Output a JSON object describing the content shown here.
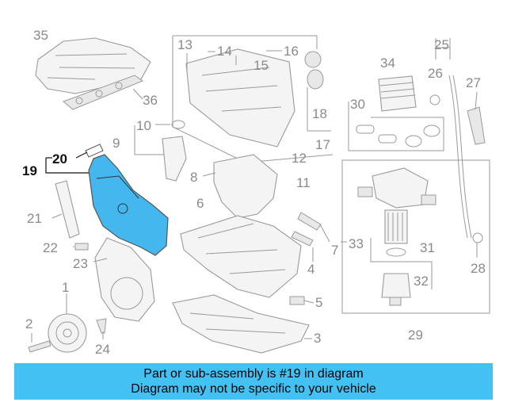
{
  "highlight_color": "#43b7ee",
  "banner_color": "#43c1f3",
  "callouts": {
    "c2": "2",
    "c3": "3",
    "c4": "4",
    "c5": "5",
    "c6": "6",
    "c7": "7",
    "c8": "8",
    "c9": "9",
    "c10": "10",
    "c11": "11",
    "c12": "12",
    "c13": "13",
    "c14": "14",
    "c15": "15",
    "c16": "16",
    "c17": "17",
    "c18": "18",
    "c19": "19",
    "c20": "20",
    "c21": "21",
    "c22": "22",
    "c23": "23",
    "c24": "24",
    "c25": "25",
    "c26": "26",
    "c27": "27",
    "c28": "28",
    "c29": "29",
    "c30": "30",
    "c31": "31",
    "c32": "32",
    "c33": "33",
    "c34": "34",
    "c35": "35",
    "c36": "36",
    "c1": "1"
  },
  "banner": {
    "line1": "Part or sub-assembly is #19 in diagram",
    "line2": "Diagram may not be specific to your vehicle"
  }
}
